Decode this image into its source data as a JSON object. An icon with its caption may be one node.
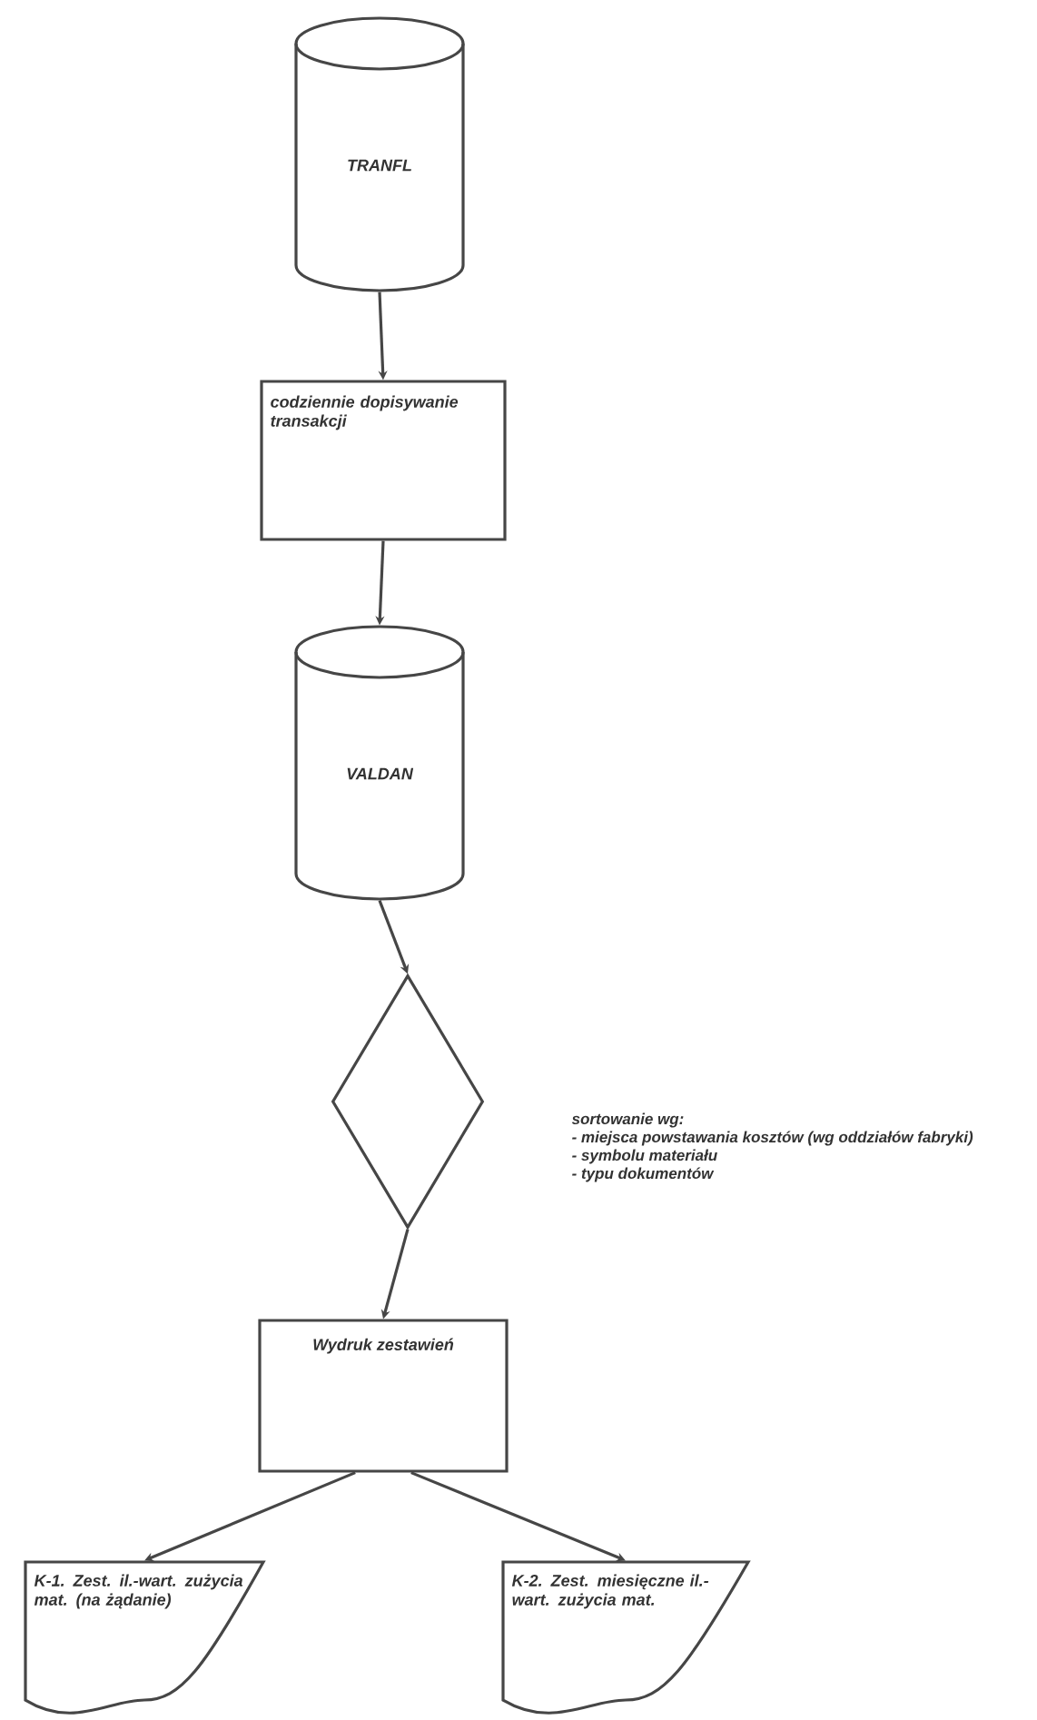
{
  "diagram": {
    "nodes": [
      {
        "text": [
          "TRANFL"
        ]
      },
      {
        "text": [
          "codziennie dopisywanie transakcji"
        ]
      },
      {
        "text": [
          "VALDAN"
        ]
      },
      {
        "text": [],
        "shape": "diamond",
        "beside": [
          "sortowanie wg:",
          "- miejsca powstawania kosztów (wg oddziałów fabryki)",
          "- symbolu materiału",
          "- typu dokumentów"
        ]
      },
      {
        "text": [
          "Wydruk zestawień"
        ]
      },
      {
        "text": [
          "K-1. Zest. il.-wart. zużycia mat. (na żądanie)"
        ]
      },
      {
        "text": [
          "K-2. Zest. miesięczne il.-wart. zużycia mat."
        ]
      }
    ],
    "edges": [
      {
        "from": 0,
        "to": 1,
        "arrow": "to"
      },
      {
        "from": 1,
        "to": 2,
        "arrow": "to"
      },
      {
        "from": 2,
        "to": 3,
        "arrow": "to"
      },
      {
        "from": 3,
        "to": 4,
        "arrow": "to"
      },
      {
        "from": 4,
        "to": 5,
        "arrow": "to"
      },
      {
        "from": 4,
        "to": 6,
        "arrow": "to"
      }
    ]
  }
}
